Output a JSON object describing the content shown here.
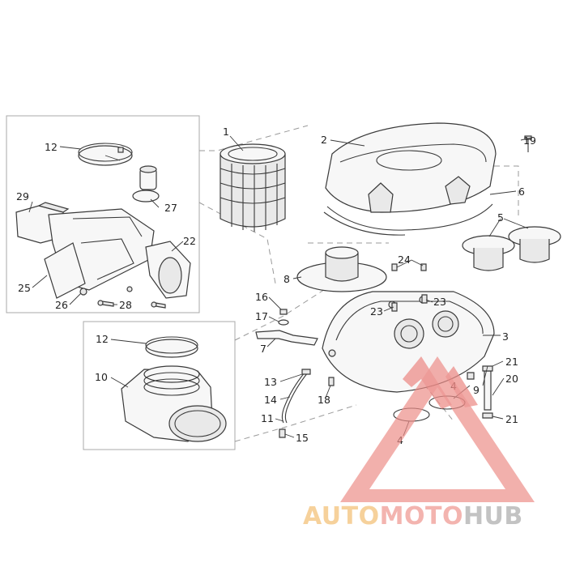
{
  "diagram": {
    "callouts": [
      {
        "id": "c1",
        "text": "1"
      },
      {
        "id": "c2",
        "text": "2"
      },
      {
        "id": "c3",
        "text": "3"
      },
      {
        "id": "c4a",
        "text": "4"
      },
      {
        "id": "c4b",
        "text": "4"
      },
      {
        "id": "c5",
        "text": "5"
      },
      {
        "id": "c6",
        "text": "6"
      },
      {
        "id": "c7",
        "text": "7"
      },
      {
        "id": "c8",
        "text": "8"
      },
      {
        "id": "c9",
        "text": "9"
      },
      {
        "id": "c10",
        "text": "10"
      },
      {
        "id": "c11",
        "text": "11"
      },
      {
        "id": "c12a",
        "text": "12"
      },
      {
        "id": "c12b",
        "text": "12"
      },
      {
        "id": "c13",
        "text": "13"
      },
      {
        "id": "c14",
        "text": "14"
      },
      {
        "id": "c15",
        "text": "15"
      },
      {
        "id": "c16",
        "text": "16"
      },
      {
        "id": "c17",
        "text": "17"
      },
      {
        "id": "c18",
        "text": "18"
      },
      {
        "id": "c19",
        "text": "19"
      },
      {
        "id": "c20",
        "text": "20"
      },
      {
        "id": "c21a",
        "text": "21"
      },
      {
        "id": "c21b",
        "text": "21"
      },
      {
        "id": "c22",
        "text": "22"
      },
      {
        "id": "c23a",
        "text": "23"
      },
      {
        "id": "c23b",
        "text": "23"
      },
      {
        "id": "c24",
        "text": "24"
      },
      {
        "id": "c25",
        "text": "25"
      },
      {
        "id": "c26",
        "text": "26"
      },
      {
        "id": "c27",
        "text": "27"
      },
      {
        "id": "c28",
        "text": "28"
      },
      {
        "id": "c29",
        "text": "29"
      }
    ]
  },
  "watermark": {
    "part1": "AUTO",
    "part2": "MOTO",
    "part3": "HUB",
    "colors": {
      "auto": "#f5c98a",
      "moto": "#f2a7a2",
      "hub": "#b9b9b9",
      "logo": "#ec8b86"
    }
  }
}
